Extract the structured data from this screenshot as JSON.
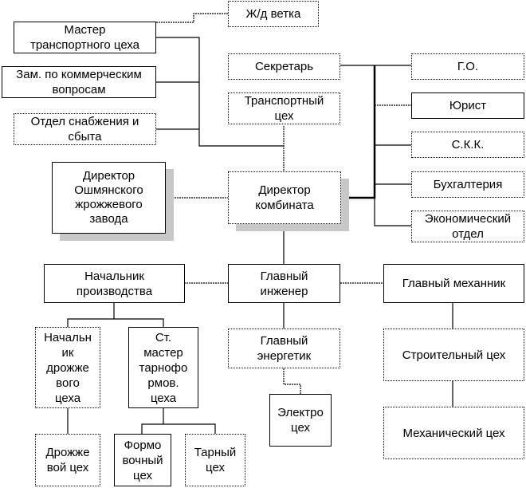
{
  "diagram": {
    "title": "",
    "nodes": {
      "railway": "Ж/д ветка",
      "transport_master": "Мастер\nтранспортного цеха",
      "deputy_commercial": "Зам. по коммерческим\nвопросам",
      "supply_sales": "Отдел снабжения и\nсбыта",
      "secretary": "Секретарь",
      "transport_shop": "Транспортный\nцех",
      "civil_defense": "Г.О.",
      "lawyer": "Юрист",
      "skk": "С.К.К.",
      "accounting": "Бухгалтерия",
      "economic_dept": "Экономический\nотдел",
      "oshmyany_director": "Директор\nОшмянского\nжрожжевого\nзавода",
      "plant_director": "Директор\nкомбината",
      "production_head": "Начальник\nпроизводства",
      "chief_engineer": "Главный\nинженер",
      "chief_mechanic": "Главный механник",
      "yeast_shop_head": "Начальн\nик\nдрожже\nвого\nцеха",
      "senior_master_tare": "Ст.\nмастер\nтарнофо\nрмов.\nцеха",
      "chief_power_engineer": "Главный\nэнергетик",
      "construction_shop": "Строительный цех",
      "electro_shop": "Электро\nцех",
      "mechanical_shop": "Механический цех",
      "yeast_shop": "Дрожже\nвой цех",
      "molding_shop": "Формо\nвочный\nцех",
      "tare_shop": "Тарный\nцех"
    }
  }
}
